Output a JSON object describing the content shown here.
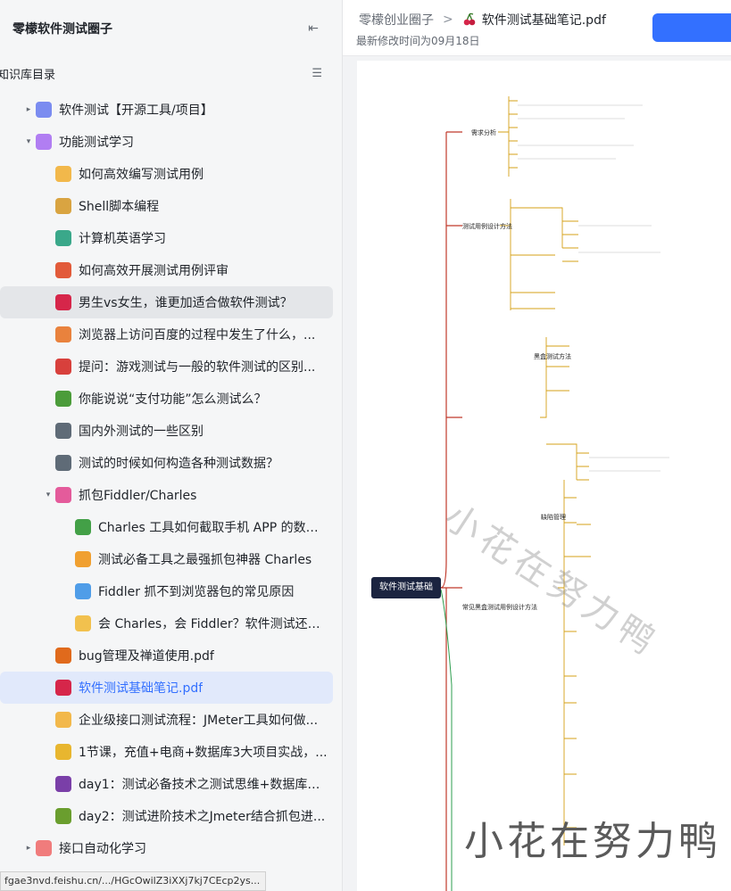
{
  "sidebar": {
    "title": "零檬软件测试圈子",
    "sub_label": "知识库目录",
    "items": [
      {
        "label": "软件测试【开源工具/项目】",
        "level": 0,
        "caret": "▸",
        "icon": "cloud-icon",
        "color": "#7b8cf0"
      },
      {
        "label": "功能测试学习",
        "level": 0,
        "caret": "▾",
        "icon": "folder-icon",
        "color": "#b17ef2"
      },
      {
        "label": "如何高效编写测试用例",
        "level": 1,
        "icon": "worker-icon",
        "color": "#f2b84b"
      },
      {
        "label": "Shell脚本编程",
        "level": 1,
        "icon": "stack-icon",
        "color": "#d9a441"
      },
      {
        "label": "计算机英语学习",
        "level": 1,
        "icon": "parrot-icon",
        "color": "#3aa88a"
      },
      {
        "label": "如何高效开展测试用例评审",
        "level": 1,
        "icon": "cone-icon",
        "color": "#e25b3a"
      },
      {
        "label": "男生vs女生，谁更加适合做软件测试？",
        "level": 1,
        "icon": "cherry-icon",
        "color": "#d6264a"
      },
      {
        "label": "浏览器上访问百度的过程中发生了什么，...",
        "level": 1,
        "icon": "pie-icon",
        "color": "#e9823d"
      },
      {
        "label": "提问：游戏测试与一般的软件测试的区别...",
        "level": 1,
        "icon": "car-icon",
        "color": "#d8403c"
      },
      {
        "label": "你能说说“支付功能”怎么测试么？",
        "level": 1,
        "icon": "palm-icon",
        "color": "#4b9c3a"
      },
      {
        "label": "国内外测试的一些区别",
        "level": 1,
        "icon": "bike-icon",
        "color": "#5f6b77"
      },
      {
        "label": "测试的时候如何构造各种测试数据？",
        "level": 1,
        "icon": "bike-icon",
        "color": "#5f6b77"
      },
      {
        "label": "抓包Fiddler/Charles",
        "level": 1,
        "caret": "▾",
        "icon": "ribbon-icon",
        "color": "#e45b9b"
      },
      {
        "label": "Charles 工具如何截取手机 APP 的数据...",
        "level": 2,
        "icon": "cactus-icon",
        "color": "#43a047"
      },
      {
        "label": "测试必备工具之最强抓包神器 Charles",
        "level": 2,
        "icon": "palette-icon",
        "color": "#f0a030"
      },
      {
        "label": "Fiddler 抓不到浏览器包的常见原因",
        "level": 2,
        "icon": "picture-icon",
        "color": "#4f9de8"
      },
      {
        "label": "会 Charles，会 Fiddler？软件测试还必...",
        "level": 2,
        "icon": "ghost-icon",
        "color": "#f2c14e"
      },
      {
        "label": "bug管理及禅道使用.pdf",
        "level": 1,
        "icon": "shell-icon",
        "color": "#e06a1c"
      },
      {
        "label": "软件测试基础笔记.pdf",
        "level": 1,
        "icon": "cherry-icon",
        "color": "#d6264a"
      },
      {
        "label": "企业级接口测试流程：JMeter工具如何做...",
        "level": 1,
        "icon": "worker-icon",
        "color": "#f2b84b"
      },
      {
        "label": "1节课，充值+电商+数据库3大项目实战，...",
        "level": 1,
        "icon": "corn-icon",
        "color": "#e8b62f"
      },
      {
        "label": "day1：测试必备技术之测试思维+数据库+...",
        "level": 1,
        "icon": "grape-icon",
        "color": "#7a3fa8"
      },
      {
        "label": "day2：测试进阶技术之Jmeter结合抓包进...",
        "level": 1,
        "icon": "kiwi-icon",
        "color": "#6a9e2e"
      },
      {
        "label": "接口自动化学习",
        "level": 0,
        "caret": "▸",
        "icon": "flower-icon",
        "color": "#f07c7c"
      }
    ],
    "status_url": "fgae3nvd.feishu.cn/.../HGcOwilZ3iXXj7kj7CEcp2ys..."
  },
  "header": {
    "breadcrumb_parent": "零檬创业圈子",
    "breadcrumb_sep": ">",
    "breadcrumb_current": "软件测试基础笔记.pdf",
    "modified": "最新修改时间为09月18日"
  },
  "mindmap": {
    "root": "软件测试基础",
    "branches": [
      "需求分析",
      "测试用例设计方法",
      "黑盒测试方法",
      "缺陷管理",
      "常见黑盒测试用例设计方法"
    ]
  },
  "watermark": {
    "bottom": "小花在努力鸭",
    "diagonal": "小花在努力鸭"
  },
  "colors": {
    "accent": "#3370ff",
    "sidebar_bg": "#f5f6f7",
    "active_bg": "#e1e9fb",
    "root_node": "#1b2440"
  }
}
